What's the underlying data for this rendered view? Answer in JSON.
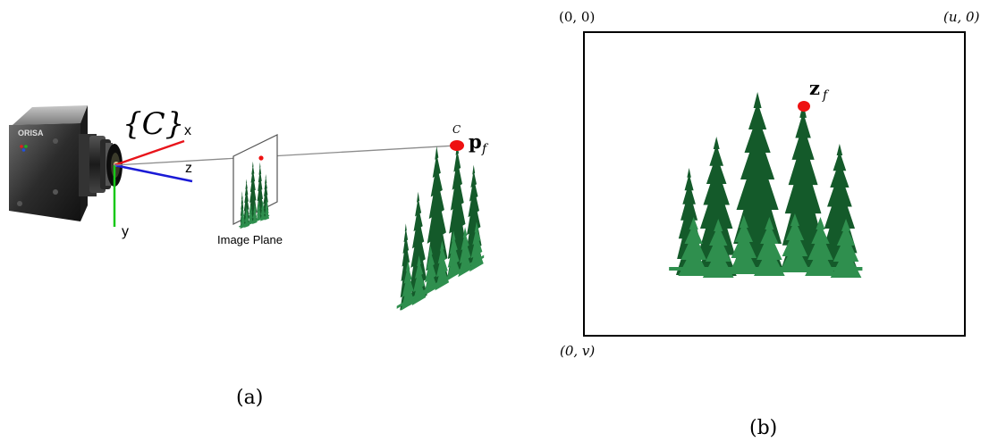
{
  "panel_a": {
    "caption": "(a)",
    "frame_label": "{C}",
    "axes": {
      "x": "x",
      "y": "y",
      "z": "z"
    },
    "camera_brand": "ORISA",
    "image_plane_label": "Image Plane",
    "point_superscript": "C",
    "point_symbol": "p",
    "point_subscript": "f"
  },
  "panel_b": {
    "caption": "(b)",
    "corners": {
      "top_left": "(0, 0)",
      "top_right": "(u, 0)",
      "bottom_left": "(0, v)"
    },
    "point_symbol": "z",
    "point_subscript": "f"
  },
  "colors": {
    "axis_x": "#e8141b",
    "axis_y": "#18c818",
    "axis_z": "#1a1ad6",
    "tree_dark": "#145a2a",
    "tree_light": "#2f8f4e",
    "feature_point": "#ee1111"
  }
}
